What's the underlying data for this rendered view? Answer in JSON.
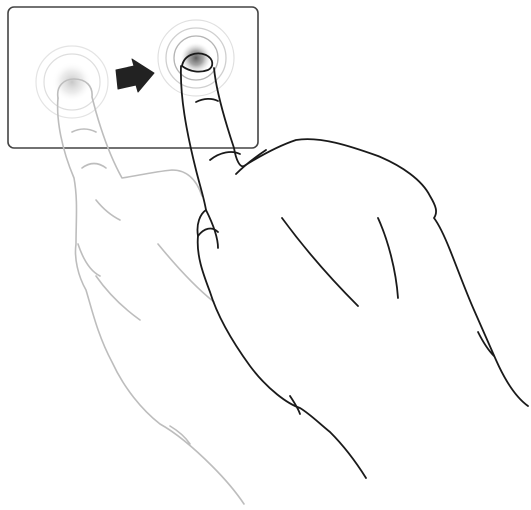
{
  "figure": {
    "gesture": "tap-and-drag",
    "direction": "right",
    "icons": {
      "panel": "touch-panel",
      "start_hand": "start-hand-ghost-icon",
      "end_hand": "end-hand-icon",
      "arrow": "right-arrow-icon",
      "start_ripple": "touch-ripple-start-icon",
      "end_ripple": "touch-ripple-end-icon"
    },
    "colors": {
      "background": "#ffffff",
      "panel_stroke": "#444444",
      "ghost_hand_stroke": "#bdbdbd",
      "hand_stroke": "#1a1a1a",
      "arrow_fill": "#222222",
      "ripple_dark": "#8a8a8a",
      "ripple_light": "#d8d8d8"
    }
  }
}
